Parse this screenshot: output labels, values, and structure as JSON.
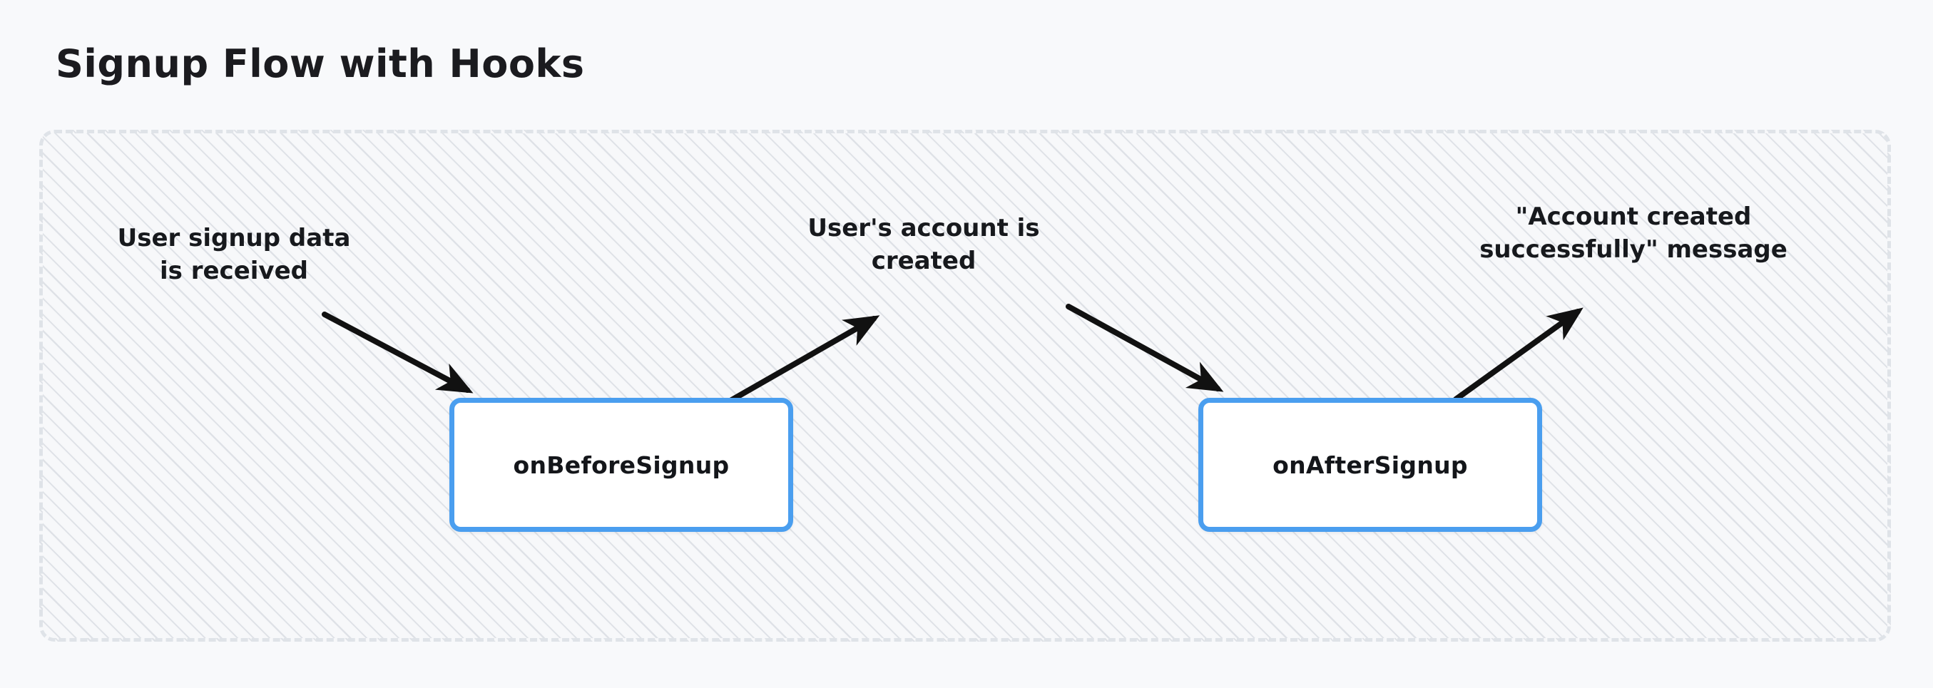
{
  "title": "Signup Flow with Hooks",
  "theme": {
    "page_background": "#f8f9fb",
    "canvas_background": "#f7f8fa",
    "canvas_border": "#dfe3e8",
    "node_border": "#4a9eef",
    "node_fill": "#ffffff",
    "text_color": "#17191d",
    "arrow_color": "#111111"
  },
  "nodes": [
    {
      "id": "onBeforeSignup",
      "label": "onBeforeSignup"
    },
    {
      "id": "onAfterSignup",
      "label": "onAfterSignup"
    }
  ],
  "annotations": [
    {
      "id": "input",
      "text": "User signup data\nis received"
    },
    {
      "id": "created",
      "text": "User's account is\ncreated"
    },
    {
      "id": "message",
      "text": "\"Account created\nsuccessfully\" message"
    }
  ],
  "edges": [
    {
      "id": "edge-input-to-before",
      "from": "User signup data is received",
      "to": "onBeforeSignup",
      "direction": "down-right"
    },
    {
      "id": "edge-before-to-created",
      "from": "onBeforeSignup",
      "to": "User's account is created",
      "direction": "up-right"
    },
    {
      "id": "edge-created-to-after",
      "from": "User's account is created",
      "to": "onAfterSignup",
      "direction": "down-right"
    },
    {
      "id": "edge-after-to-message",
      "from": "onAfterSignup",
      "to": "\"Account created successfully\" message",
      "direction": "up-right"
    }
  ]
}
